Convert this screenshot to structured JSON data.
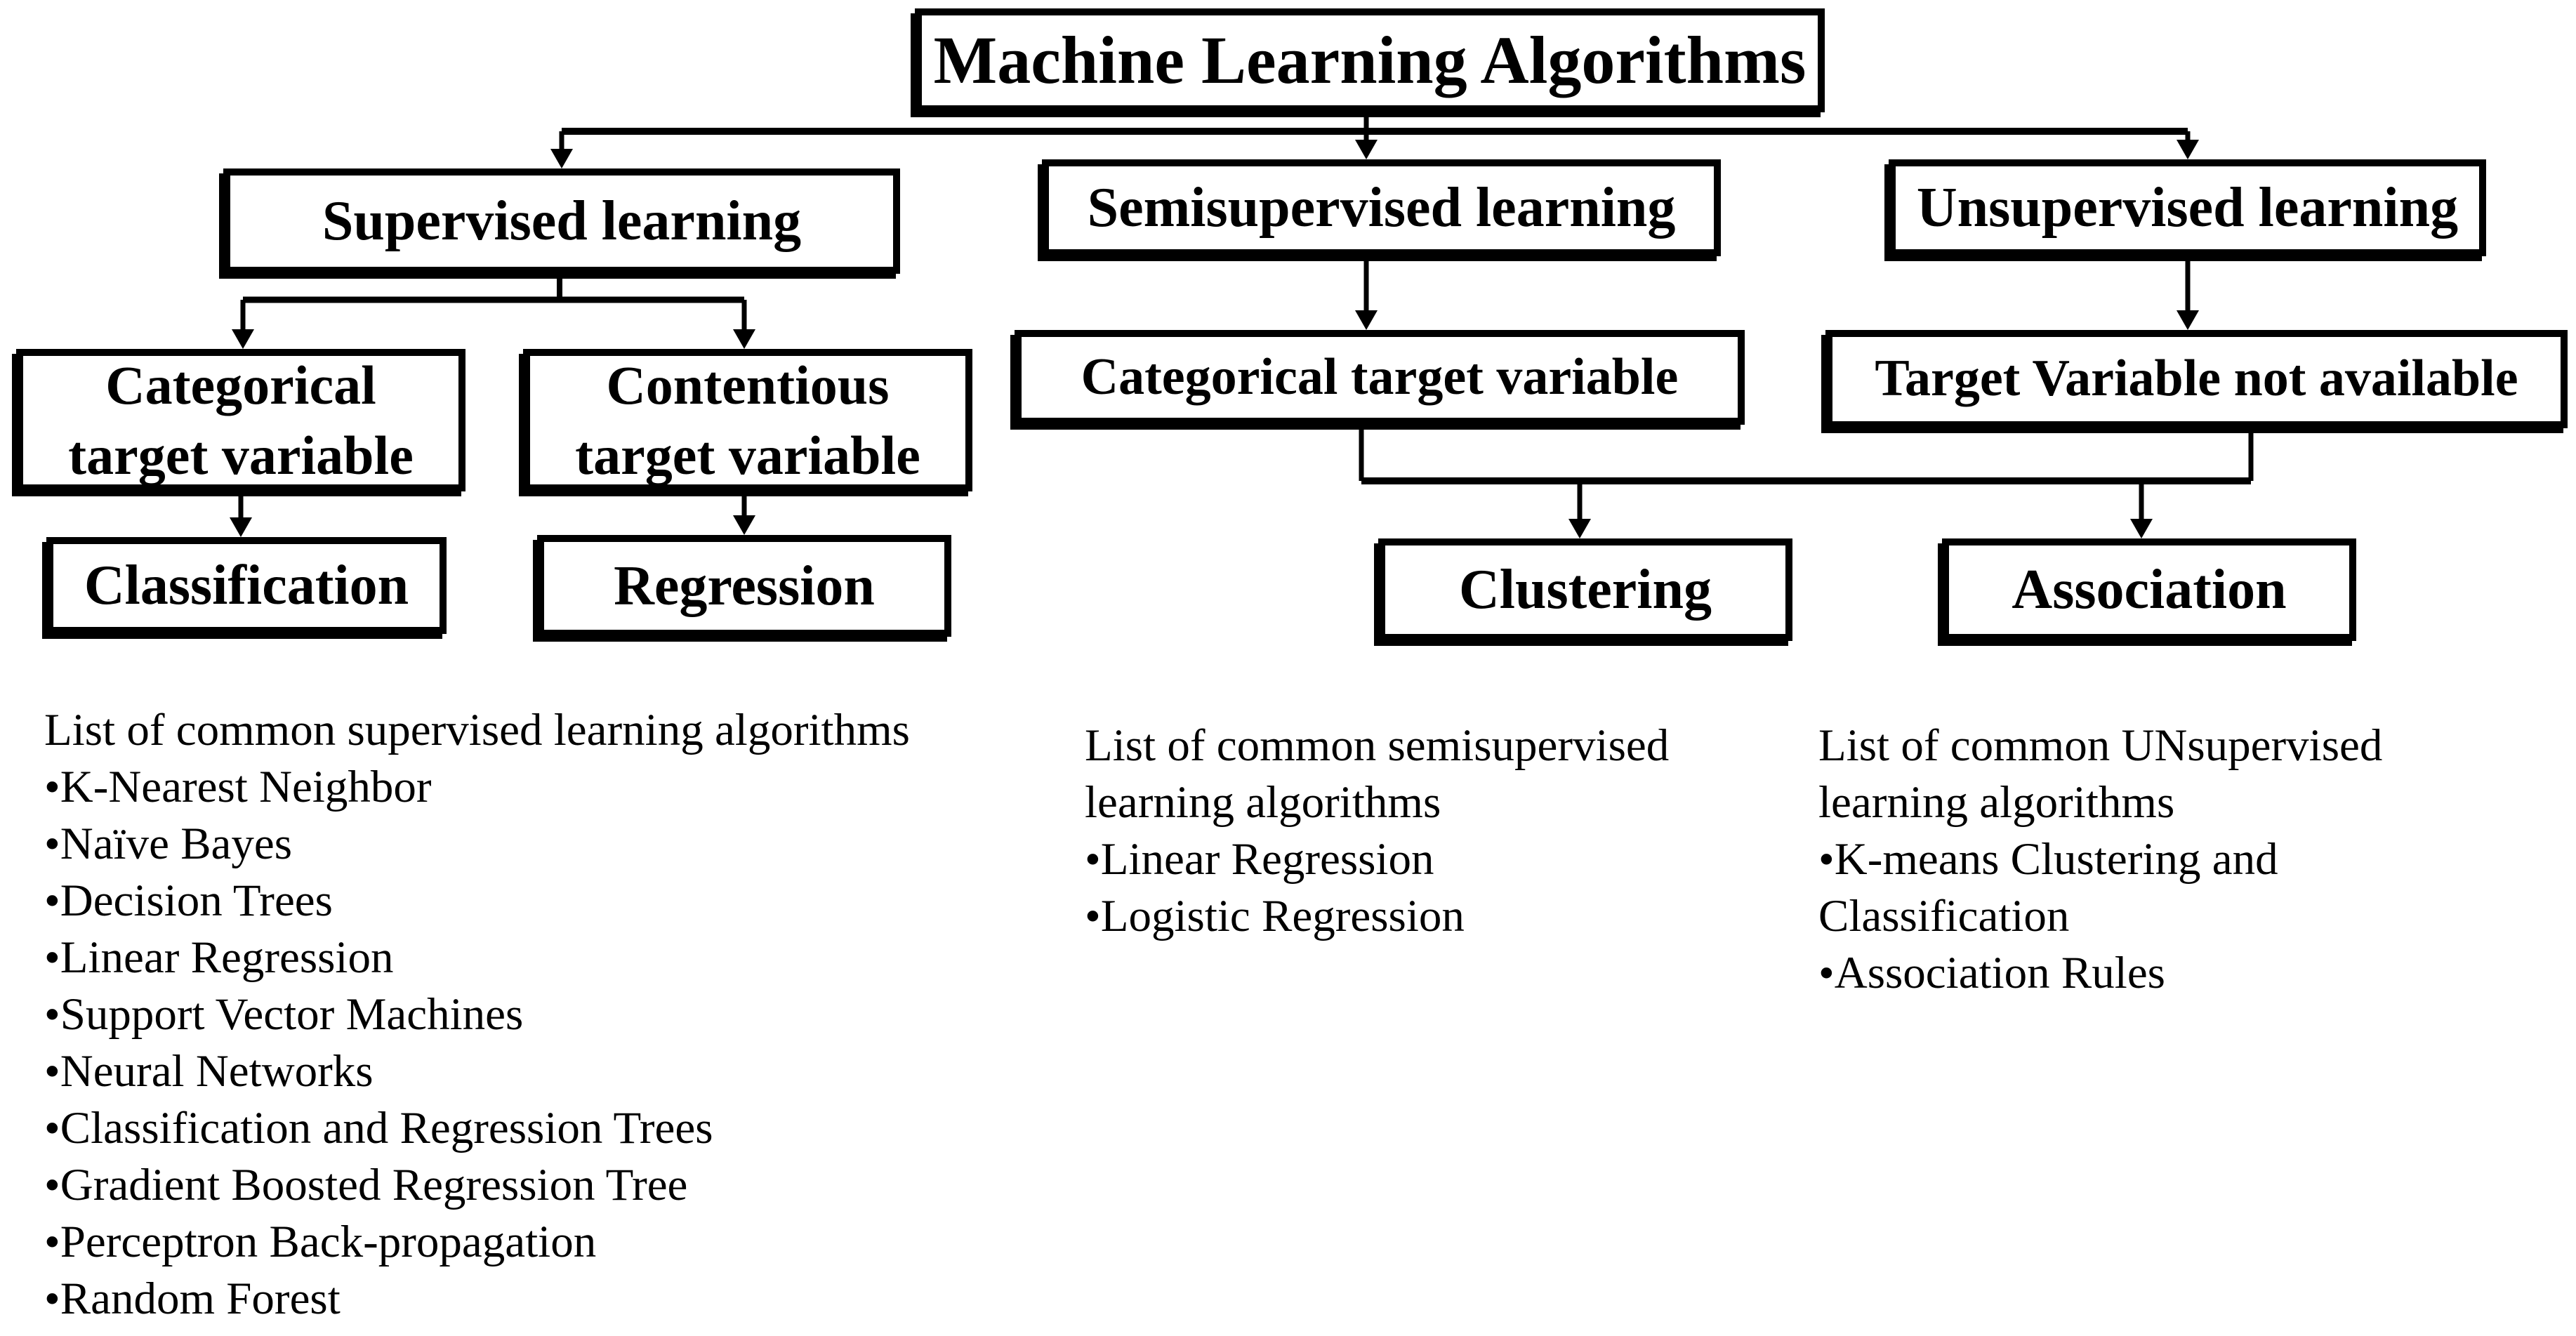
{
  "diagram": {
    "title": "Machine Learning Algorithms",
    "nodes": {
      "supervised": "Supervised learning",
      "semisupervised": "Semisupervised learning",
      "unsupervised": "Unsupervised learning",
      "categorical_supervised": "Categorical target variable",
      "contentious_supervised": "Contentious target variable",
      "categorical_semisupervised": "Categorical target variable",
      "target_not_available": "Target Variable not available",
      "classification": "Classification",
      "regression": "Regression",
      "clustering": "Clustering",
      "association": "Association"
    },
    "lists": {
      "supervised": [
        "List of common supervised learning algorithms",
        "•K-Nearest Neighbor",
        "•Naïve Bayes",
        "•Decision Trees",
        "•Linear Regression",
        "•Support Vector Machines",
        "•Neural Networks",
        "•Classification and Regression Trees",
        "•Gradient Boosted Regression Tree",
        "•Perceptron Back-propagation",
        "•Random Forest"
      ],
      "semisupervised": [
        "List of common semisupervised",
        "learning algorithms",
        "•Linear Regression",
        "•Logistic Regression"
      ],
      "unsupervised": [
        "List of common UNsupervised",
        "learning algorithms",
        "•K-means Clustering and",
        "Classification",
        "•Association Rules"
      ]
    },
    "colors": {
      "ink": "#000000",
      "background": "#ffffff"
    }
  }
}
